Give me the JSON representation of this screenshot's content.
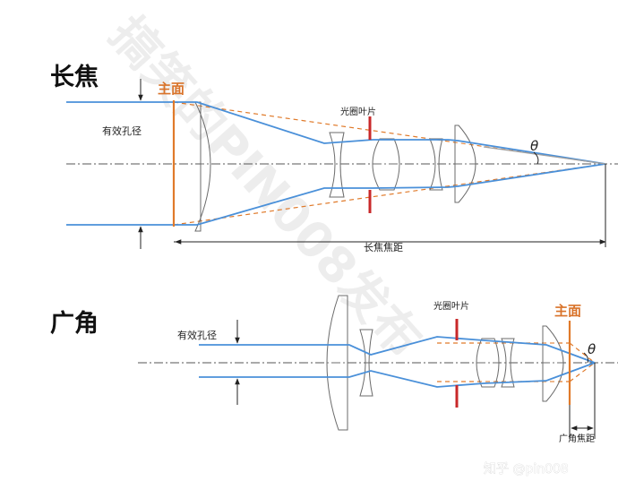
{
  "watermark": "搞笑的PIN008发布",
  "credit": "知乎 @pin008",
  "telephoto": {
    "title": "长焦",
    "principal_plane_label": "主面",
    "aperture_label": "有效孔径",
    "iris_label": "光圈叶片",
    "angle_label": "θ",
    "focal_length_label": "长焦焦距"
  },
  "wide": {
    "title": "广角",
    "principal_plane_label": "主面",
    "aperture_label": "有效孔径",
    "iris_label": "光圈叶片",
    "angle_label": "θ",
    "focal_length_label": "广角焦距"
  },
  "colors": {
    "ray": "#4a90d9",
    "principal_plane": "#e07a2a",
    "iris": "#c8282a"
  }
}
